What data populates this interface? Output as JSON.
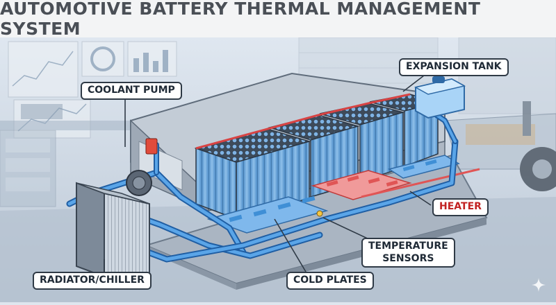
{
  "title": "AUTOMOTIVE BATTERY THERMAL MANAGEMENT SYSTEM",
  "labels": {
    "coolant_pump": "COOLANT PUMP",
    "expansion_tank": "EXPANSION TANK",
    "heater": "HEATER",
    "temperature_sensors_line1": "TEMPERATURE",
    "temperature_sensors_line2": "SENSORS",
    "radiator_chiller": "RADIATOR/CHILLER",
    "cold_plates": "COLD PLATES"
  },
  "colors": {
    "coolant": "#3f8fd6",
    "coolant_dark": "#1f5ea3",
    "heater": "#e05555",
    "housing": "#c3ccd6",
    "cells": "#6fa8dc",
    "label_border": "#2f3a46",
    "heater_text": "#c22222"
  },
  "icons": [
    "sparkle-icon"
  ]
}
